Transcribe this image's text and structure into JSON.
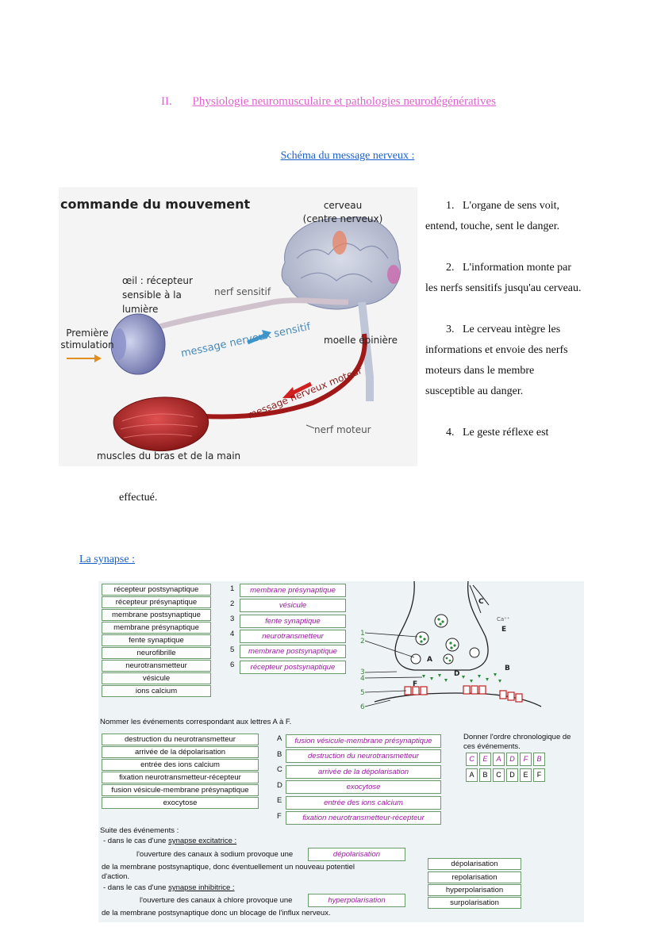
{
  "section": {
    "number": "II.",
    "title": "Physiologie neuromusculaire et pathologies neurodégénératives"
  },
  "schema_title": "Schéma du message nerveux :",
  "figure1": {
    "title": "commande du mouvement",
    "labels": {
      "cerveau1": "cerveau",
      "cerveau2": "(centre nerveux)",
      "oeil1": "œil : récepteur",
      "oeil2": "sensible à la",
      "oeil3": "lumière",
      "nerf_sensitif": "nerf sensitif",
      "premiere1": "Première",
      "premiere2": "stimulation",
      "msg_sensitif": "message nerveux sensitif",
      "moelle": "moelle épinière",
      "msg_moteur": "message nerveux moteur",
      "nerf_moteur": "nerf moteur",
      "muscles": "muscles du bras et de la main"
    }
  },
  "steps": [
    {
      "num": "1.",
      "text": "L'organe de sens voit, entend, touche, sent le danger."
    },
    {
      "num": "2.",
      "text": "L'information monte par les nerfs sensitifs jusqu'au cerveau."
    },
    {
      "num": "3.",
      "text": "Le cerveau intègre les informations et envoie des nerfs"
    },
    {
      "num": "",
      "text": "moteurs dans le membre susceptible au danger."
    },
    {
      "num": "4.",
      "text": "Le geste réflexe est"
    }
  ],
  "step4_cont": "effectué.",
  "synapse_title": "La synapse :",
  "synapse": {
    "word_bank": [
      "récepteur postsynaptique",
      "récepteur présynaptique",
      "membrane postsynaptique",
      "membrane présynaptique",
      "fente synaptique",
      "neurofibrille",
      "neurotransmetteur",
      "vésicule",
      "ions calcium"
    ],
    "answers": [
      {
        "num": "1",
        "text": "membrane présynaptique"
      },
      {
        "num": "2",
        "text": "vésicule"
      },
      {
        "num": "3",
        "text": "fente synaptique"
      },
      {
        "num": "4",
        "text": "neurotransmetteur"
      },
      {
        "num": "5",
        "text": "membrane postsynaptique"
      },
      {
        "num": "6",
        "text": "récepteur postsynaptique"
      }
    ],
    "diagram_labels": {
      "c": "C",
      "ca": "Ca⁺⁺",
      "e": "E",
      "a": "A",
      "d": "D",
      "b": "B",
      "f": "F",
      "n1": "1",
      "n2": "2",
      "n3": "3",
      "n4": "4",
      "n5": "5",
      "n6": "6"
    },
    "events_instruction": "Nommer les événements correspondant aux lettres A à F.",
    "events_bank": [
      "destruction du neurotransmetteur",
      "arrivée de la dépolarisation",
      "entrée des ions calcium",
      "fixation neurotransmetteur-récepteur",
      "fusion vésicule-membrane présynaptique",
      "exocytose"
    ],
    "events_answers": [
      {
        "letter": "A",
        "text": "fusion vésicule-membrane présynaptique"
      },
      {
        "letter": "B",
        "text": "destruction du neurotransmetteur"
      },
      {
        "letter": "C",
        "text": "arrivée de la dépolarisation"
      },
      {
        "letter": "D",
        "text": "exocytose"
      },
      {
        "letter": "E",
        "text": "entrée des ions calcium"
      },
      {
        "letter": "F",
        "text": "fixation neurotransmetteur-récepteur"
      }
    ],
    "order_instruction1": "Donner l'ordre chronologique de",
    "order_instruction2": "ces événements.",
    "order_answers": [
      "C",
      "E",
      "A",
      "D",
      "F",
      "B"
    ],
    "order_letters": [
      "A",
      "B",
      "C",
      "D",
      "E",
      "F"
    ],
    "suite": {
      "title": "Suite des événements :",
      "exc_prefix": "- dans le cas d'une",
      "exc_link": "synapse excitatrice :",
      "exc_line": "l'ouverture des canaux à sodium provoque une",
      "exc_answer": "dépolarisation",
      "exc_cont1": "de la membrane postsynaptique, donc éventuellement un nouveau potentiel",
      "exc_cont2": "d'action.",
      "inh_prefix": "- dans le cas d'une",
      "inh_link": "synapse inhibitrice :",
      "inh_line": "l'ouverture des canaux à chlore provoque une",
      "inh_answer": "hyperpolarisation",
      "inh_cont": "de la membrane postsynaptique donc un blocage de l'influx nerveux.",
      "bank": [
        "dépolarisation",
        "repolarisation",
        "hyperpolarisation",
        "surpolarisation"
      ]
    }
  }
}
